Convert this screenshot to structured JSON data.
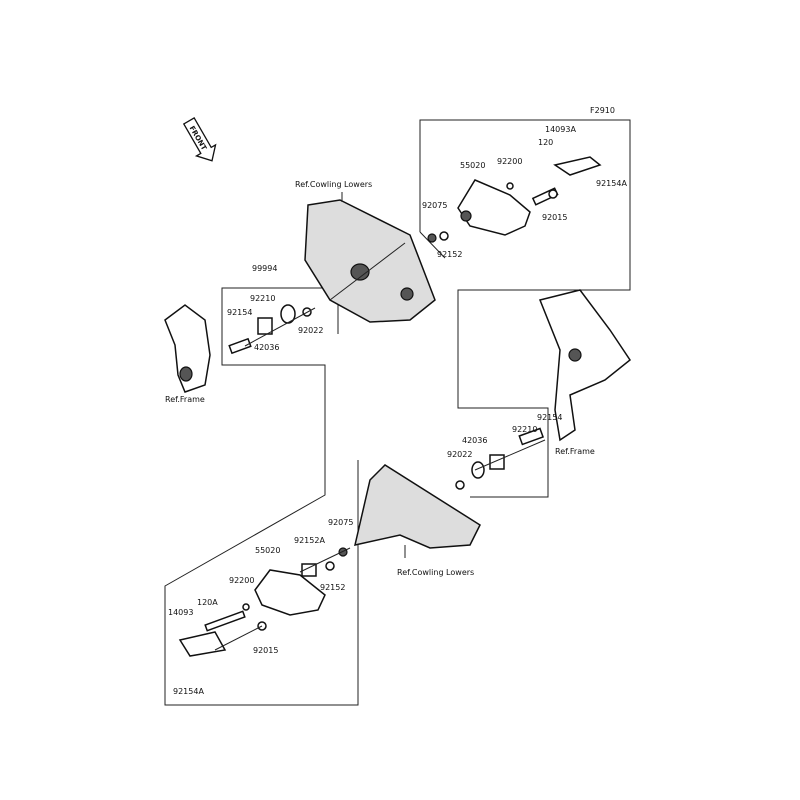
{
  "figure_code": "F2910",
  "front_marker": "FRONT",
  "upper_right": {
    "bracket": "14093A",
    "bolt": "120",
    "slider": "55020",
    "washer": "92200",
    "screw": "92154A",
    "collar": "92015",
    "nut": "92075",
    "spacer": "92152",
    "ref": "Ref.Cowling Lowers"
  },
  "upper_left": {
    "kit": "99994",
    "damper": "92210",
    "bolt": "92154",
    "washer": "92022",
    "mount": "42036",
    "ref": "Ref.Frame"
  },
  "lower_right": {
    "bolt": "92154",
    "mount": "42036",
    "damper": "92210",
    "washer": "92022",
    "ref": "Ref.Frame"
  },
  "lower_left": {
    "nut": "92075",
    "spacer_a": "92152A",
    "slider": "55020",
    "washer": "92200",
    "bolt": "120A",
    "bracket": "14093",
    "spacer": "92152",
    "collar": "92015",
    "screw": "92154A",
    "ref": "Ref.Cowling Lowers"
  }
}
